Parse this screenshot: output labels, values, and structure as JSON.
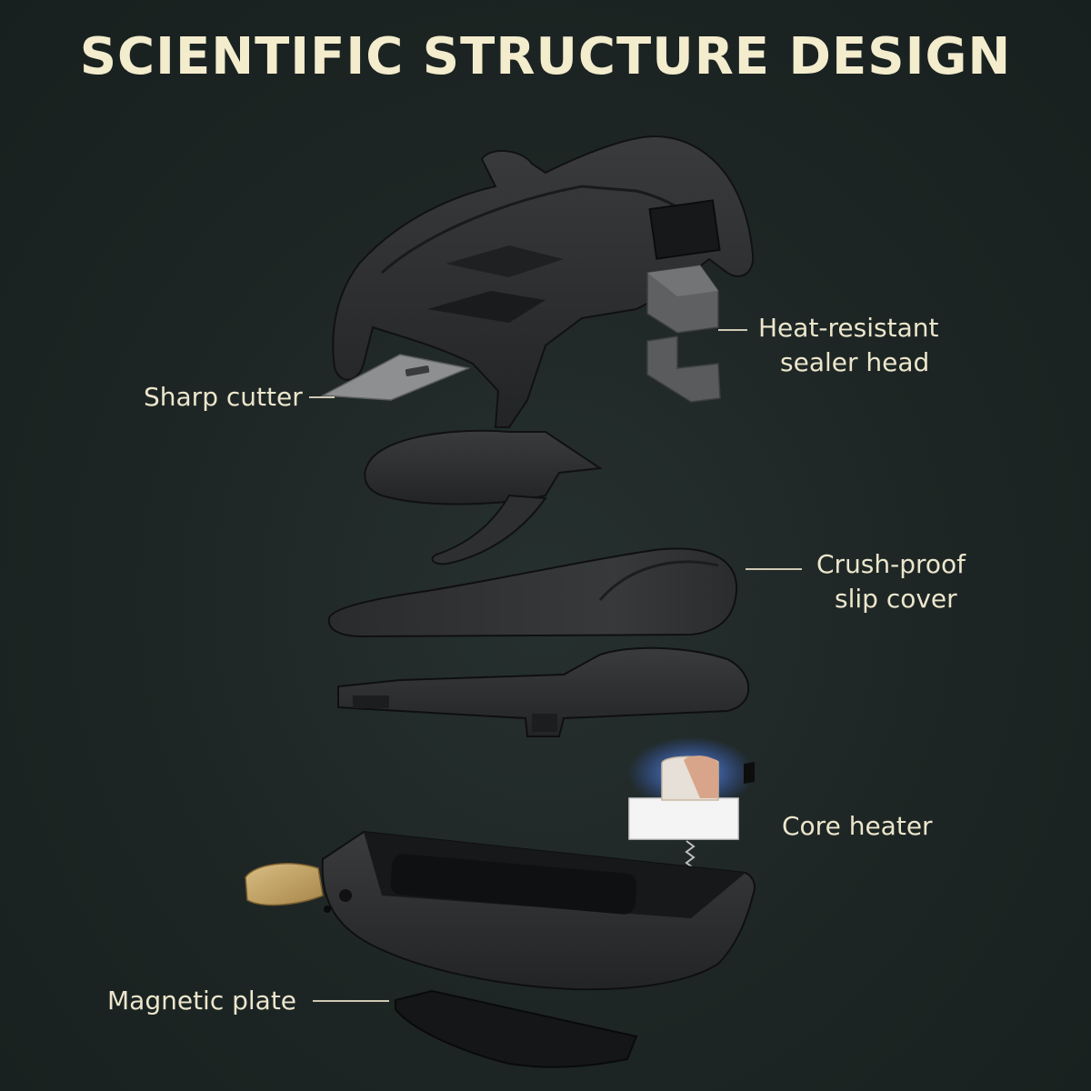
{
  "title": "SCIENTIFIC STRUCTURE DESIGN",
  "labels": {
    "sealer_head_line1": "Heat-resistant",
    "sealer_head_line2": "sealer head",
    "cutter": "Sharp cutter",
    "cover_line1": "Crush-proof",
    "cover_line2": "slip cover",
    "heater": "Core heater",
    "magnet": "Magnetic plate"
  },
  "colors": {
    "background": "#1c2423",
    "title": "#f3eccd",
    "label": "#ece6cc",
    "device_body": "#2c2d2e",
    "strap": "#c9a86a"
  }
}
